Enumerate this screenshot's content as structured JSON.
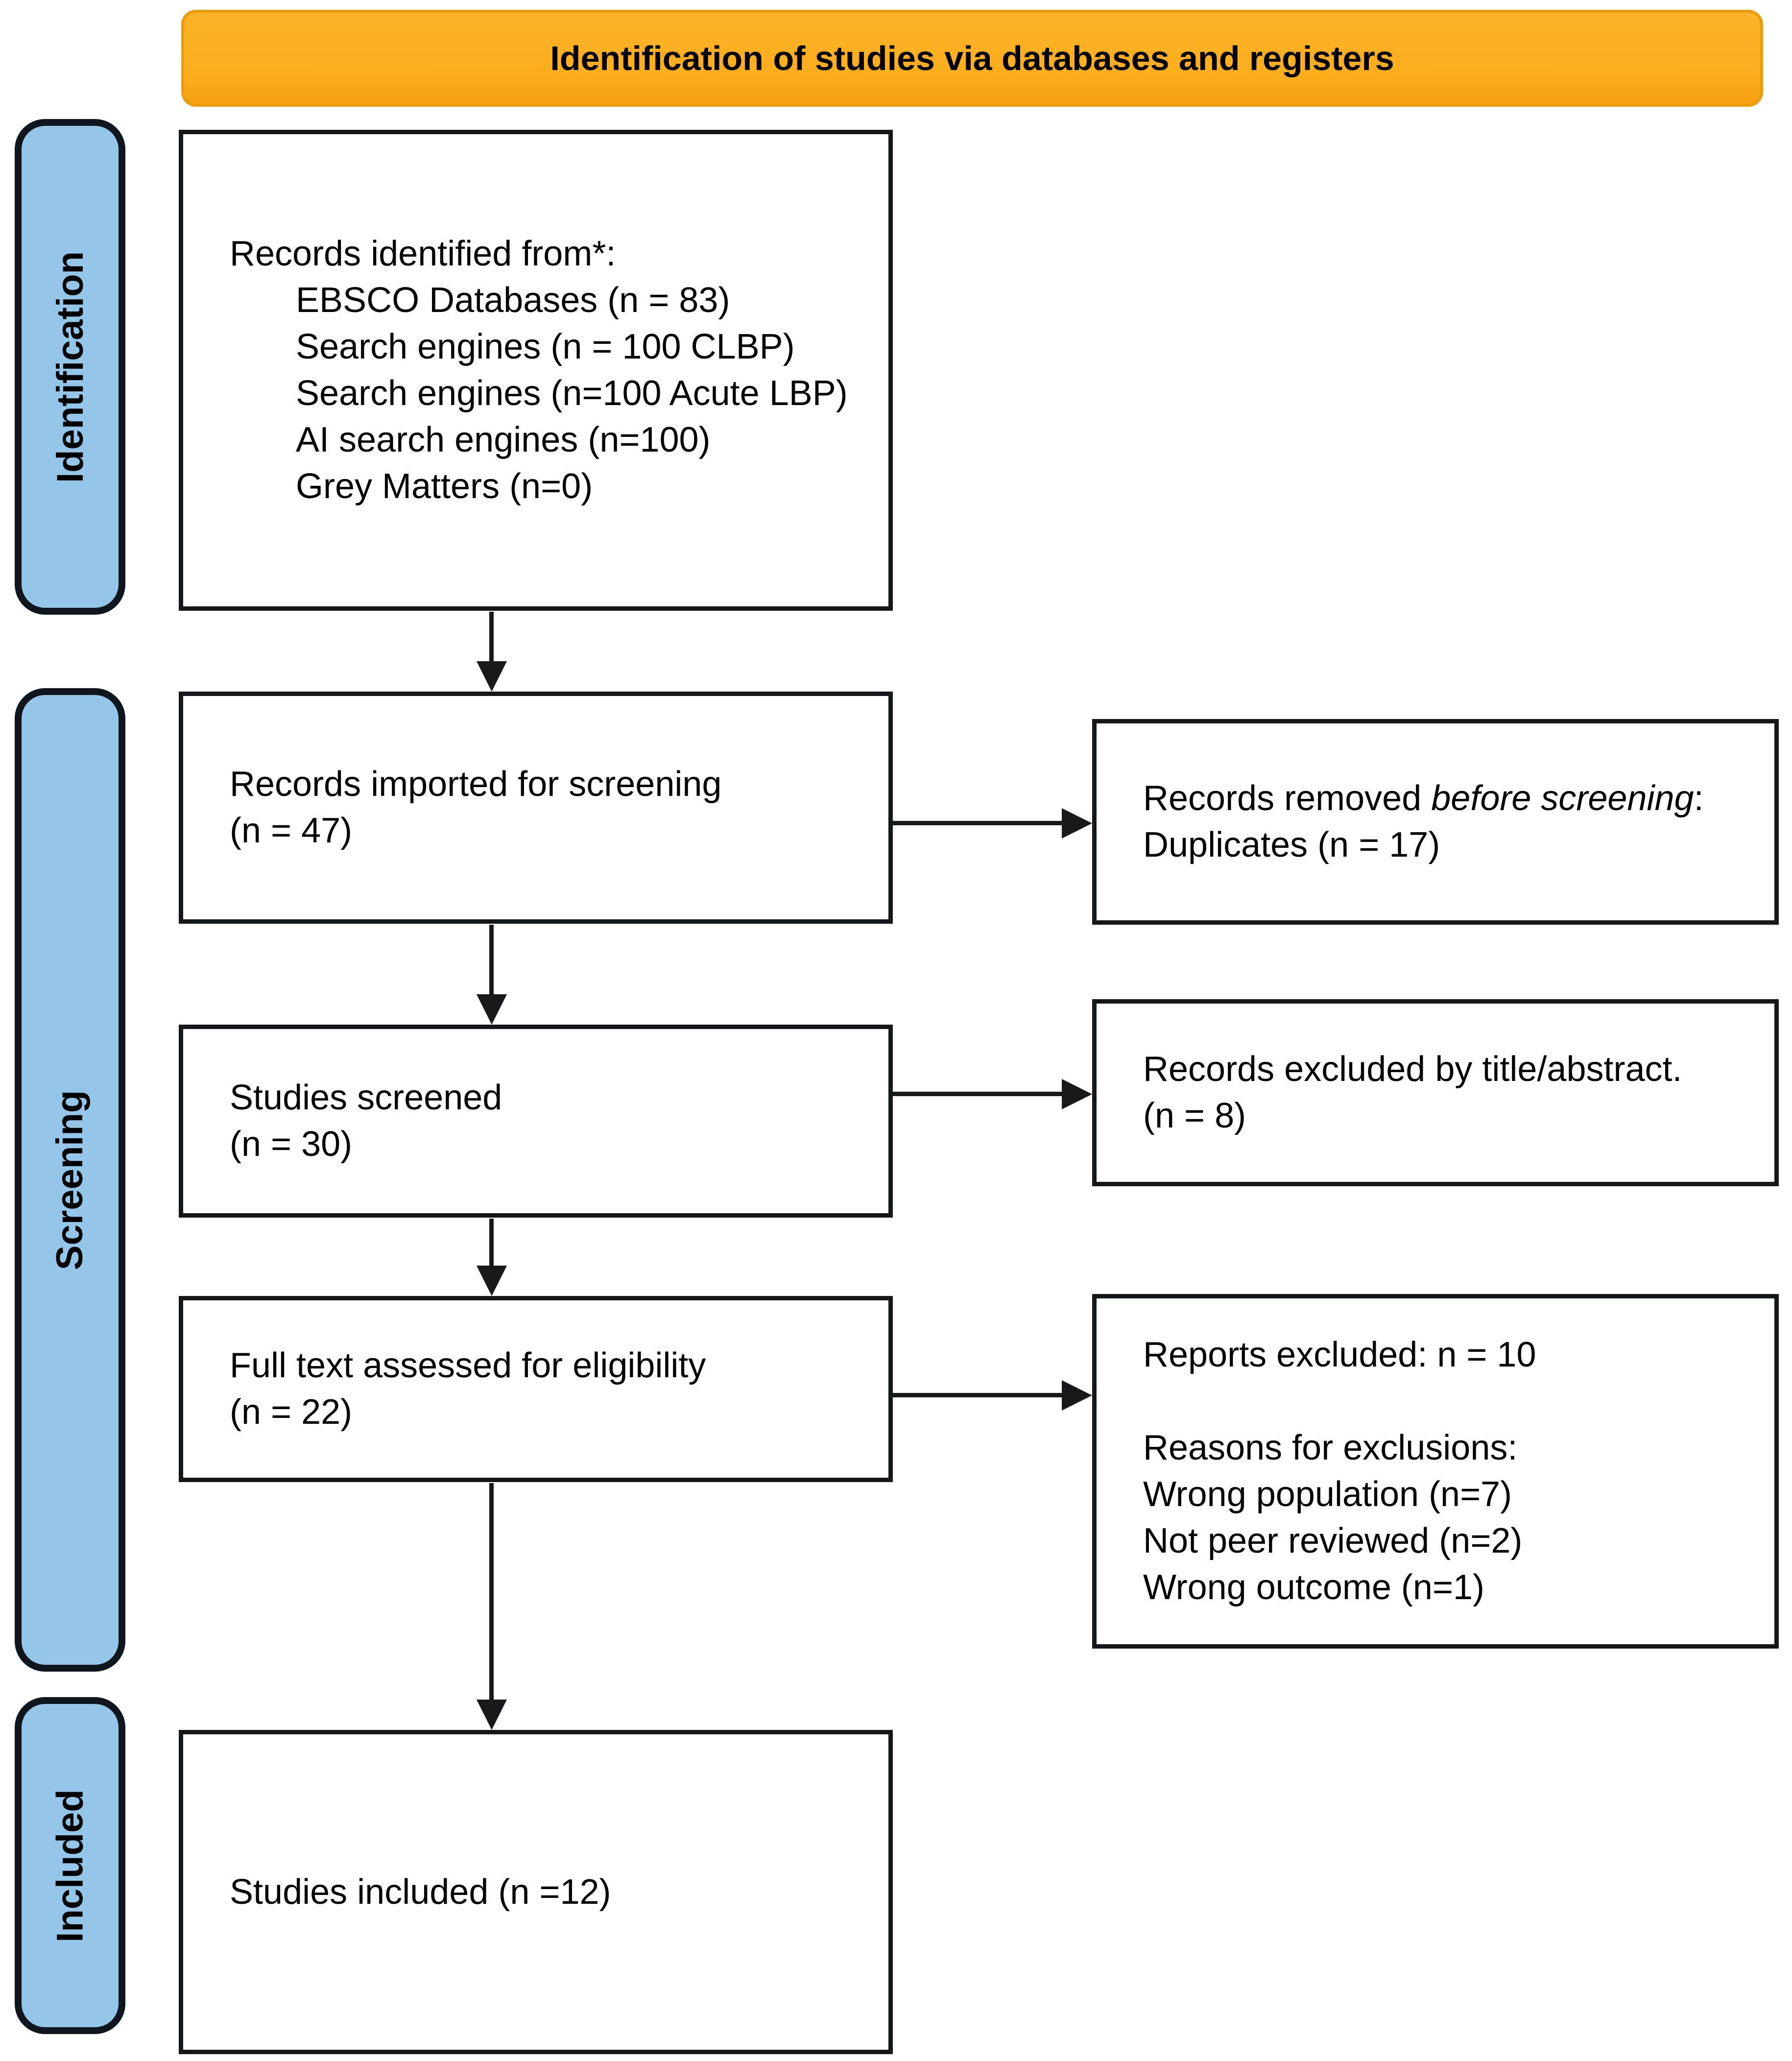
{
  "banner": {
    "label": "Identification of studies via databases and registers"
  },
  "stages": {
    "identification": "Identification",
    "screening": "Screening",
    "included": "Included"
  },
  "boxes": {
    "identified": {
      "heading": "Records identified from*:",
      "sources": [
        "EBSCO Databases (n = 83)",
        "Search engines (n = 100 CLBP)",
        "Search engines (n=100 Acute LBP)",
        "AI search engines (n=100)",
        "Grey Matters (n=0)"
      ]
    },
    "imported": {
      "lines": [
        "Records imported for screening",
        "(n = 47)"
      ]
    },
    "screened": {
      "lines": [
        "Studies screened",
        "(n = 30)"
      ]
    },
    "fulltext": {
      "lines": [
        "Full text assessed for eligibility",
        "(n = 22)"
      ]
    },
    "included": {
      "lines": [
        "Studies included (n =12)"
      ]
    },
    "removed_before_screening": {
      "prefix": "Records removed ",
      "italic": "before screening",
      "suffix": ":",
      "detail": "Duplicates (n = 17)"
    },
    "excluded_title_abstract": {
      "lines": [
        "Records excluded by title/abstract.",
        "(n = 8)"
      ]
    },
    "reports_excluded": {
      "heading": "Reports excluded: n = 10",
      "reasons_heading": "Reasons for exclusions:",
      "reasons": [
        "Wrong population (n=7)",
        "Not peer reviewed (n=2)",
        "Wrong outcome (n=1)"
      ]
    }
  },
  "colors": {
    "banner_bg": "#FBAD1C",
    "banner_border": "#EB9D10",
    "stage_bg": "#93C6E8",
    "stage_border": "#10161E",
    "box_border": "#15181B",
    "arrow": "#17191B",
    "text": "#000000",
    "background": "#FFFFFF"
  }
}
